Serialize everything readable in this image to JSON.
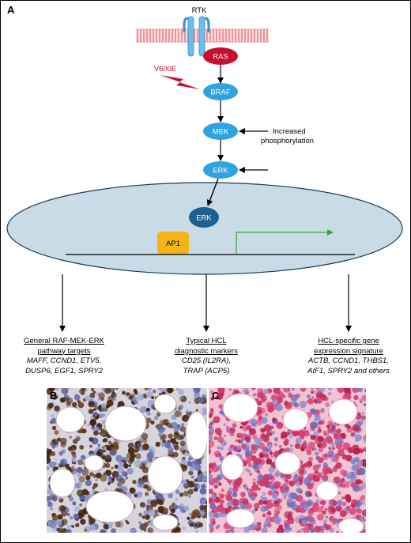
{
  "panels": {
    "a": "A",
    "b": "B",
    "c": "C"
  },
  "pathway": {
    "receptor": "RTK",
    "mutation": "V600E",
    "nodes": {
      "ras": "RAS",
      "braf": "BRAF",
      "mek": "MEK",
      "erk_cytoplasm": "ERK",
      "erk_nucleus": "ERK",
      "ap1": "AP1"
    },
    "annotation_line1": "Increased",
    "annotation_line2": "phosphorylation"
  },
  "targets": [
    {
      "title_line1": "General RAF-MEK-ERK",
      "title_line2": "pathway targets",
      "genes_line1": "MAFF, CCND1, ETV5,",
      "genes_line2": "DUSP6, EGF1, SPRY2"
    },
    {
      "title_line1": "Typical HCL",
      "title_line2": "diagnostic markers",
      "genes_line1": "CD25 (IL2RA),",
      "genes_line2": "TRAP (ACP5)"
    },
    {
      "title_line1": "HCL-specific gene",
      "title_line2": "expression signature",
      "genes_line1": "ACTB, CCND1, THBS1,",
      "genes_line2": "AIF1, SPRY2 and others"
    }
  ],
  "colors": {
    "ras": "#c8102e",
    "kinase": "#2ea3e0",
    "erk_nucleus": "#1d5f8f",
    "ap1": "#f5b416",
    "nucleus_fill": "#c9dbe6",
    "membrane": "#f3a3a8",
    "receptor": "#6cbde8",
    "transcription_arrow": "#3aa935",
    "brown_stain": "#4a2a12",
    "red_stain": "#d42d5f"
  },
  "images": {
    "left": {
      "subject": "ihc-brown-stained-bone-marrow"
    },
    "right": {
      "subject": "ihc-red-stained-bone-marrow"
    }
  }
}
